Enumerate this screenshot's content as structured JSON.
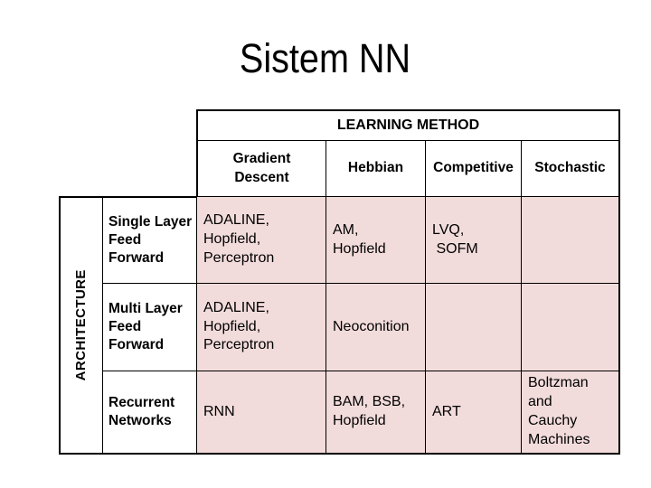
{
  "slide": {
    "title": "Sistem NN"
  },
  "table": {
    "learning_method_header": "LEARNING METHOD",
    "architecture_header": "ARCHITECTURE",
    "method_columns": [
      "Gradient\nDescent",
      "Hebbian",
      "Competitive",
      "Stochastic"
    ],
    "rows": [
      {
        "label": "Single Layer\nFeed\nForward",
        "cells": [
          "ADALINE,\nHopfield,\nPerceptron",
          "AM,\nHopfield",
          "LVQ,\n SOFM",
          ""
        ]
      },
      {
        "label": "Multi Layer\nFeed\nForward",
        "cells": [
          "ADALINE,\nHopfield,\nPerceptron",
          "Neoconition",
          "",
          ""
        ]
      },
      {
        "label": "Recurrent\nNetworks",
        "cells": [
          "RNN",
          "BAM, BSB,\nHopfield",
          "ART",
          "Boltzman and\nCauchy\nMachines"
        ]
      }
    ],
    "colors": {
      "cell_fill": "#f2dcdb",
      "border": "#000000",
      "text": "#000000",
      "background": "#ffffff"
    }
  }
}
